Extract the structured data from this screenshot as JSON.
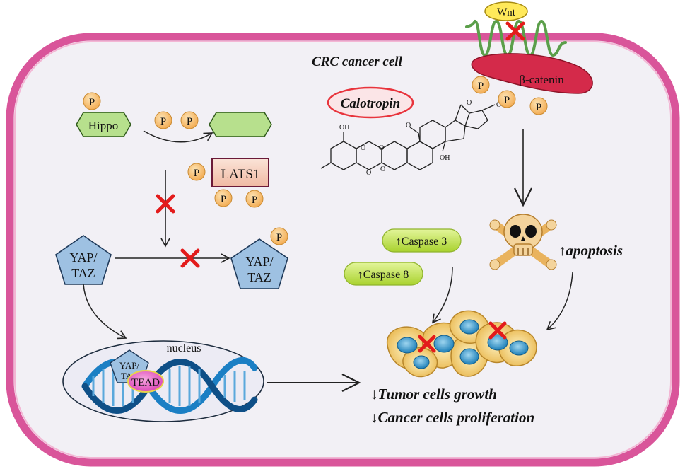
{
  "cell_label": "CRC cancer cell",
  "drug": {
    "name": "Calotropin",
    "structure_labels": [
      "OH",
      "O",
      "O",
      "O",
      "O",
      "O",
      "OH",
      "O",
      "O"
    ]
  },
  "hippo": {
    "label": "Hippo",
    "phospho": "P"
  },
  "lats1": {
    "label": "LATS1",
    "phospho": "P"
  },
  "yap_taz": {
    "line1": "YAP/",
    "line2": "TAZ",
    "phospho": "P"
  },
  "nucleus": {
    "label": "nucleus",
    "yap_line1": "YAP/",
    "yap_line2": "TAZ",
    "tead": "TEAD"
  },
  "wnt": {
    "label": "Wnt",
    "beta_catenin": "β-catenin",
    "phospho": "P"
  },
  "caspases": [
    "↑Caspase 3",
    "↑Caspase 8"
  ],
  "apoptosis": "↑apoptosis",
  "outcomes": [
    "↓Tumor cells growth",
    "↓Cancer cells proliferation"
  ],
  "colors": {
    "membrane": "#d9559a",
    "cytoplasm": "#f2f0f5",
    "hexagon": "#b7e08d",
    "phospho": "#f6c27a",
    "yap": "#9ec1e2",
    "caspase": "#c9e655",
    "drug_oval": "#e8343c",
    "inhibit_x": "#e31b1b",
    "beta_catenin": "#d42a4a",
    "wnt_oval": "#ffe95a"
  }
}
